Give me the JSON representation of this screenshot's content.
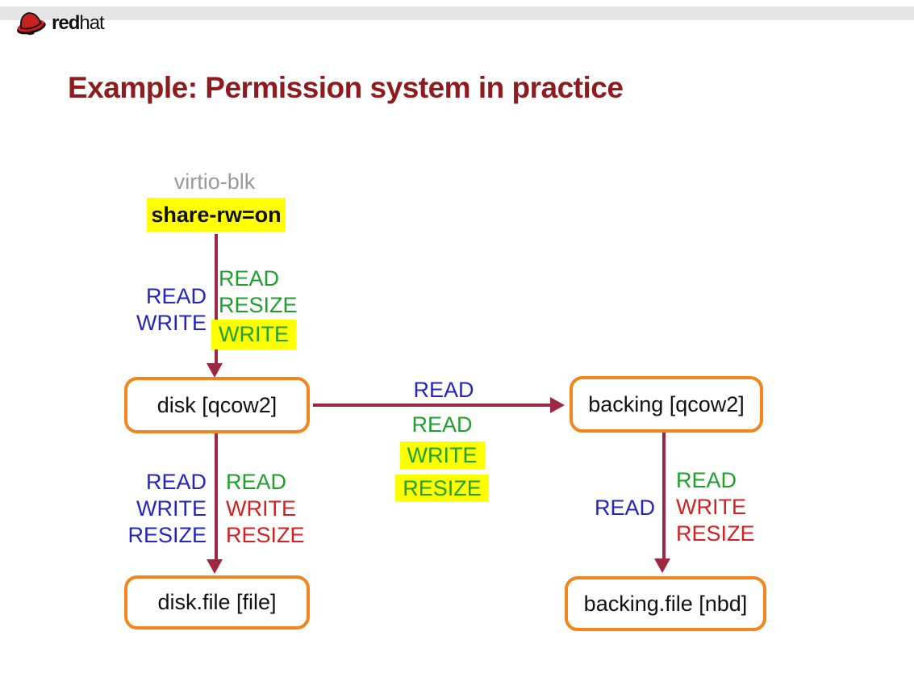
{
  "header": {
    "logo": {
      "red": "red",
      "hat": "hat",
      "icon": "redhat-fedora"
    }
  },
  "title": {
    "text": "Example: Permission system in practice"
  },
  "colors": {
    "title": "#8e1b1e",
    "arrow": "#9e2742",
    "node_border": "#f2861d",
    "perm_blue": "#2424c0",
    "perm_green": "#1fa02c",
    "perm_red": "#d42020",
    "highlight": "#ffff00",
    "muted_gray": "#9a9a9a",
    "header_strip": "#e5e5e5"
  },
  "diagram": {
    "virtio_label": "virtio-blk",
    "share_rw_badge": "share-rw=on",
    "nodes": {
      "disk": "disk [qcow2]",
      "backing": "backing [qcow2]",
      "disk_file": "disk.file [file]",
      "backing_file": "backing.file [nbd]"
    },
    "edges": {
      "virtio_to_disk": {
        "blue_labels": [
          "READ",
          "WRITE"
        ],
        "green_labels": [
          "READ",
          "RESIZE",
          "WRITE"
        ],
        "highlighted": [
          "WRITE"
        ]
      },
      "disk_to_backing": {
        "blue_labels": [
          "READ"
        ],
        "green_labels": [
          "READ",
          "WRITE",
          "RESIZE"
        ],
        "highlighted": [
          "WRITE",
          "RESIZE"
        ]
      },
      "disk_to_disk_file": {
        "blue_labels": [
          "READ",
          "WRITE",
          "RESIZE"
        ],
        "green_labels": [
          "READ"
        ],
        "red_labels": [
          "WRITE",
          "RESIZE"
        ]
      },
      "backing_to_backing_file": {
        "blue_labels": [
          "READ"
        ],
        "green_labels": [
          "READ"
        ],
        "red_labels": [
          "WRITE",
          "RESIZE"
        ]
      }
    }
  }
}
